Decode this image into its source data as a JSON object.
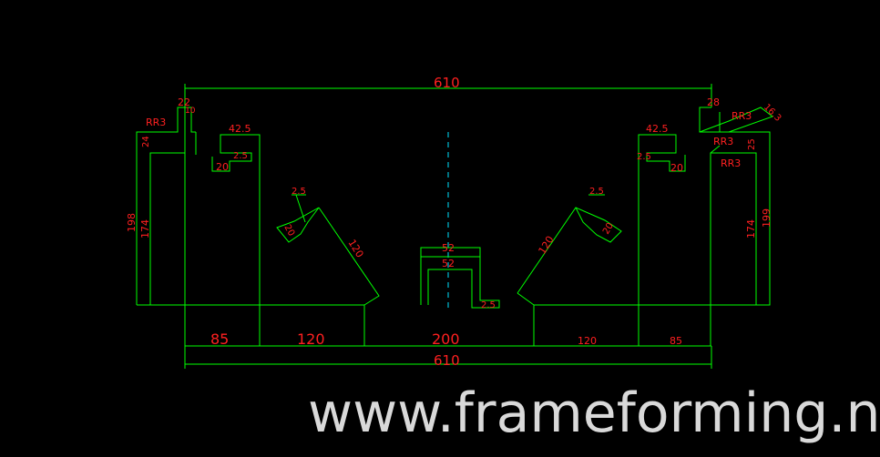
{
  "website": "www.frameforming.nl",
  "colors": {
    "background": "#000000",
    "geometry": "#00ff00",
    "dimension_text": "#ff2020",
    "centerline": "#00bcd4",
    "watermark": "#d9d9d9"
  },
  "dimensions": {
    "overall_top": "610",
    "overall_bottom": "610",
    "bottom_segments": [
      "85",
      "120",
      "200",
      "120",
      "85"
    ],
    "left": {
      "height_outer": "198",
      "height_inner": "174",
      "top_width": "22",
      "top_small": "10",
      "radius": "RR3",
      "lip": "24",
      "notch_width": "42.5",
      "notch_depth": "20",
      "notch_small": "2.5",
      "incline_tab_small": "2.5",
      "incline_tab": "20",
      "incline_length": "120"
    },
    "center": {
      "top_width": "52",
      "inner_width": "52",
      "small": "2.5"
    },
    "right": {
      "height_outer": "199",
      "height_inner": "174",
      "top_width": "28",
      "angled": "16.3",
      "radius_top": "RR3",
      "radius_mid": "RR3",
      "radius_low": "RR3",
      "lip": "25",
      "notch_width": "42.5",
      "notch_small": "2.5",
      "notch_depth": "20",
      "incline_tab_small": "2.5",
      "incline_tab": "20",
      "incline_length": "120"
    }
  }
}
